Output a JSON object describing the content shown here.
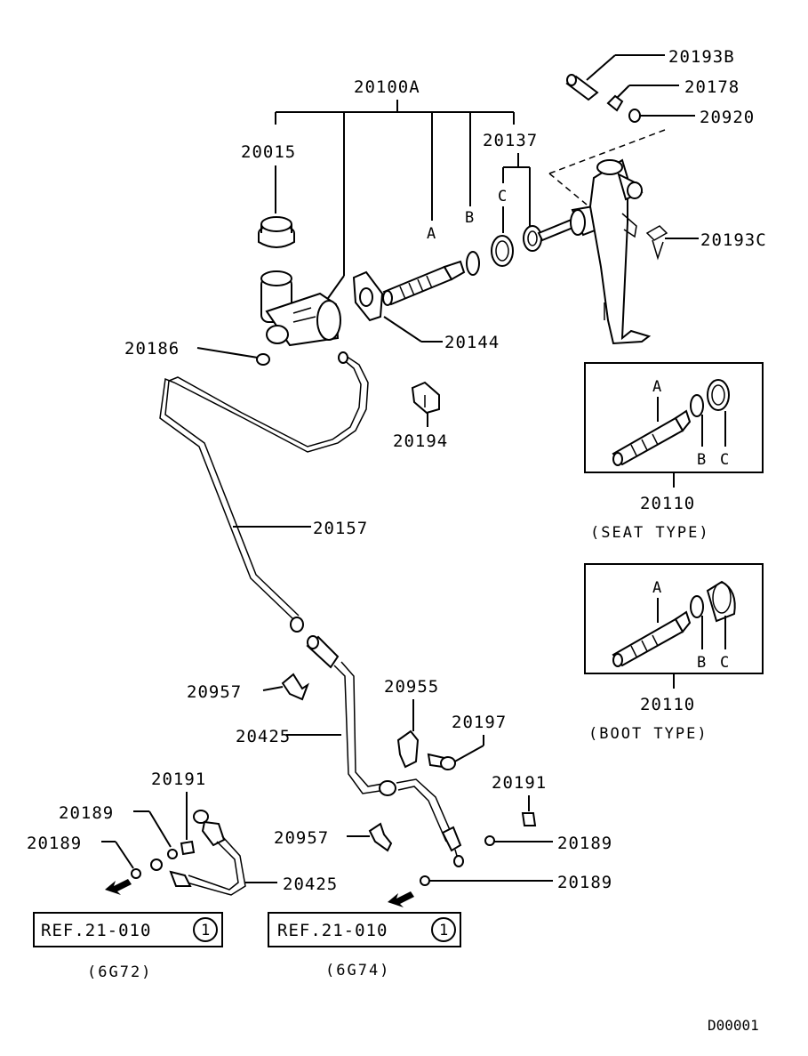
{
  "diagram": {
    "parts": {
      "p20100A": "20100A",
      "p20015": "20015",
      "p20137": "20137",
      "p20193B": "20193B",
      "p20178": "20178",
      "p20920": "20920",
      "p20193C": "20193C",
      "p20186": "20186",
      "p20144": "20144",
      "p20194": "20194",
      "p20157": "20157",
      "p20957a": "20957",
      "p20425a": "20425",
      "p20955": "20955",
      "p20197": "20197",
      "p20191a": "20191",
      "p20191b": "20191",
      "p20189a": "20189",
      "p20189b": "20189",
      "p20189c": "20189",
      "p20189d": "20189",
      "p20957b": "20957",
      "p20425b": "20425"
    },
    "letters": {
      "A": "A",
      "B": "B",
      "C": "C"
    },
    "seat_box": {
      "part": "20110",
      "caption": "(SEAT TYPE)",
      "a": "A",
      "b": "B",
      "c": "C"
    },
    "boot_box": {
      "part": "20110",
      "caption": "(BOOT TYPE)",
      "a": "A",
      "b": "B",
      "c": "C"
    },
    "refs": {
      "left": {
        "text": "REF.21-010",
        "circle": "1",
        "engine": "(6G72)"
      },
      "right": {
        "text": "REF.21-010",
        "circle": "1",
        "engine": "(6G74)"
      }
    },
    "drawing_code": "D00001"
  }
}
